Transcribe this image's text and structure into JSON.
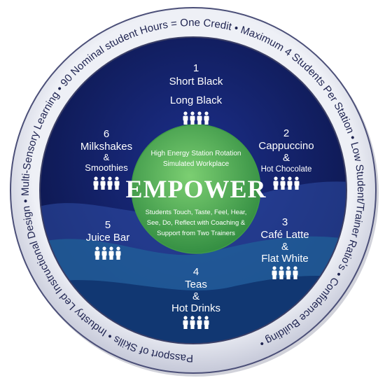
{
  "ring": {
    "phrases": [
      "Passport of Skills",
      "Industry Led Instructional Design",
      "Multi-Sensory Learning",
      "90 Nominal student Hours = One Credit",
      "Maximum 4 Students Per Station",
      "Low Student/Trainer Ratio's",
      "Confidence Building"
    ]
  },
  "stations": [
    {
      "number": "1",
      "line1": "Short Black",
      "line2": "Long Black"
    },
    {
      "number": "2",
      "line1": "Cappuccino",
      "amp": "&",
      "line2": "Hot Chocolate"
    },
    {
      "number": "3",
      "line1": "Café Latte",
      "amp": "&",
      "line2": "Flat White"
    },
    {
      "number": "4",
      "line1": "Teas",
      "amp": "&",
      "line2": "Hot Drinks"
    },
    {
      "number": "5",
      "line1": "Juice Bar"
    },
    {
      "number": "6",
      "line1": "Milkshakes",
      "amp": "&",
      "line2": "Smoothies"
    }
  ],
  "center": {
    "top_line1": "High Energy Station Rotation",
    "top_line2": "Simulated Workplace",
    "title": "EMPOWER",
    "bottom_line1": "Students Touch, Taste, Feel, Hear,",
    "bottom_line2": "See, Do, Reflect with Coaching &",
    "bottom_line3": "Support from Two Trainers"
  },
  "colors": {
    "ring_fill": "#d9dbe6",
    "ring_edge": "#4b4f78",
    "ring_text": "#1e2350",
    "disc_dark": "#0b1447",
    "disc_mid": "#1c2f8a",
    "wave_light": "#3558b8",
    "wave_teal": "#1f6f9e",
    "center_green": "#54b85c",
    "center_green_dark": "#2f8a3f",
    "station_text": "#ffffff"
  }
}
